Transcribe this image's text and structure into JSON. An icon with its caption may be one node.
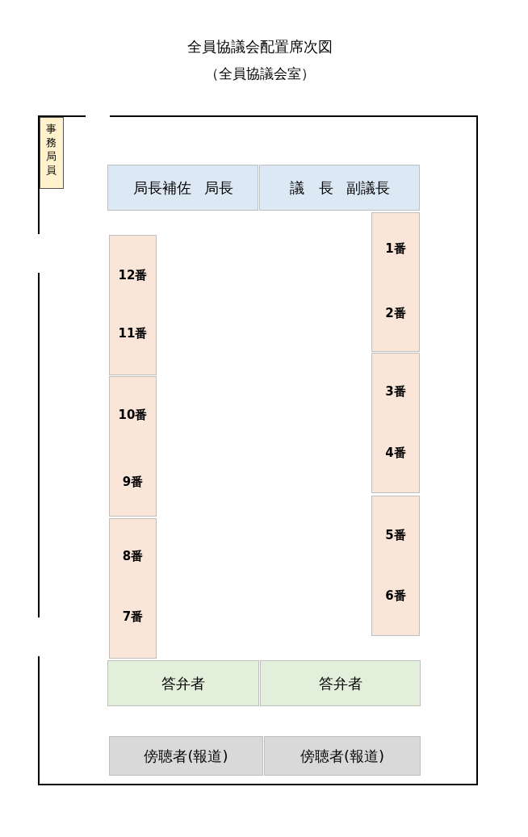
{
  "diagram": {
    "title": "全員協議会配置席次図",
    "nodes": [
      {
        "text": [
          "事務局員"
        ]
      },
      {
        "text": [
          "局長補佐",
          "局長"
        ]
      },
      {
        "text": [
          "議　長",
          "副議長"
        ]
      },
      {
        "text": [
          "1番",
          "2番"
        ]
      },
      {
        "text": [
          "12番",
          "11番"
        ]
      },
      {
        "text": [
          "3番",
          "4番"
        ]
      },
      {
        "text": [
          "10番",
          "9番"
        ]
      },
      {
        "text": [
          "5番",
          "6番"
        ]
      },
      {
        "text": [
          "8番",
          "7番"
        ]
      },
      {
        "text": [
          "答弁者"
        ]
      },
      {
        "text": [
          "答弁者"
        ]
      },
      {
        "text": [
          "傍聴者(報道)"
        ]
      },
      {
        "text": [
          "傍聴者(報道)"
        ]
      }
    ],
    "edges": [],
    "labels": [
      "（全員協議会室）"
    ]
  }
}
